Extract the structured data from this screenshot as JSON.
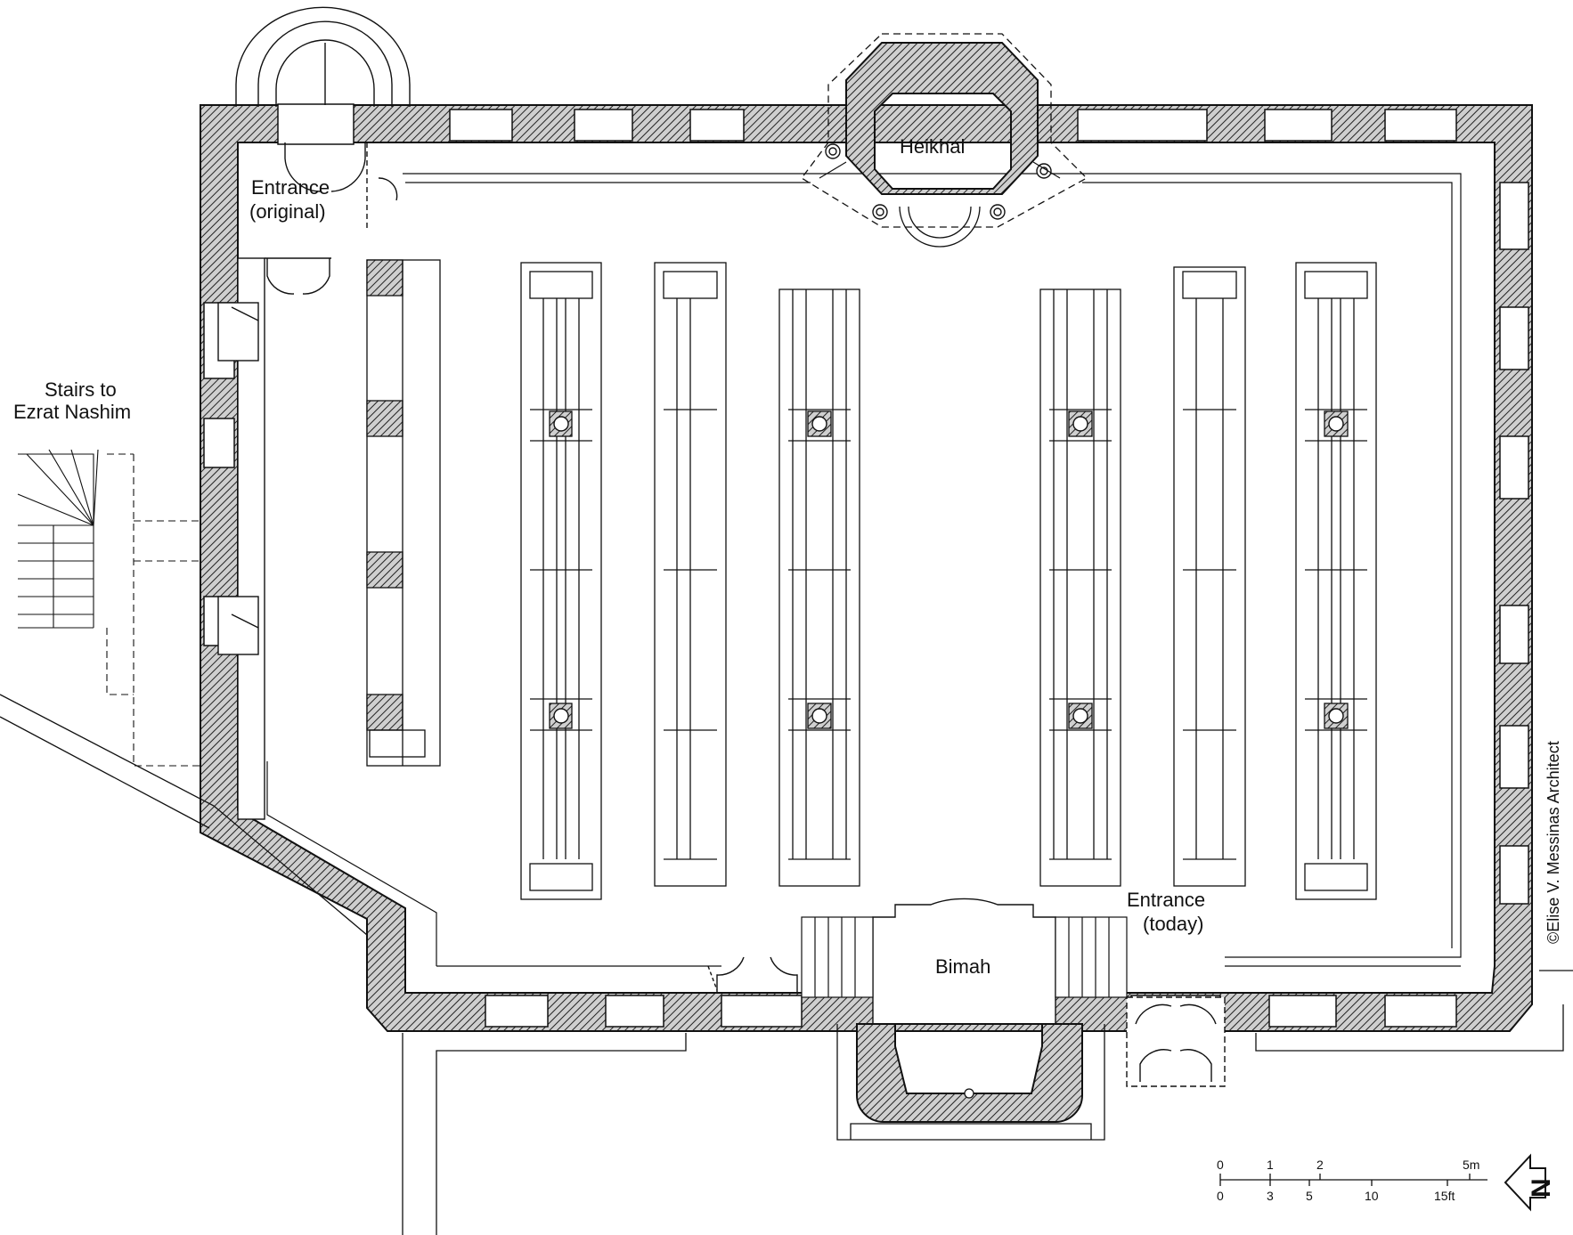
{
  "labels": {
    "heikhal": "Heikhal",
    "entrance_original_1": "Entrance",
    "entrance_original_2": "(original)",
    "stairs_1": "Stairs to",
    "stairs_2": "Ezrat Nashim",
    "entrance_today_1": "Entrance",
    "entrance_today_2": "(today)",
    "bimah": "Bimah",
    "credit": "©Elise V. Messinas Architect",
    "north": "N"
  },
  "scale_bar": {
    "meters": [
      "0",
      "1",
      "2",
      "5m"
    ],
    "feet": [
      "0",
      "3",
      "5",
      "10",
      "15ft"
    ]
  },
  "colors": {
    "line": "#111111",
    "hatch": "#222222",
    "background": "#ffffff"
  }
}
